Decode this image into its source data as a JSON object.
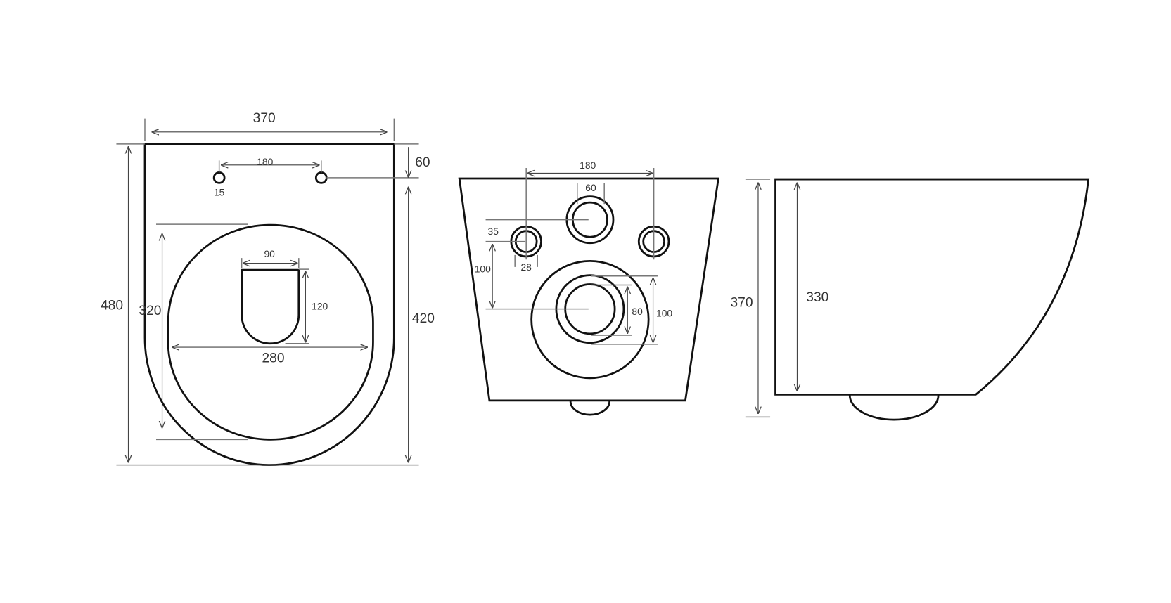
{
  "front_view": {
    "width": "370",
    "height": "480",
    "hole_spacing": "180",
    "hole_offset": "60",
    "hole_diameter": "15",
    "seat_length": "320",
    "bowl_depth": "420",
    "seat_width": "280",
    "outlet_width": "90",
    "outlet_length": "120"
  },
  "rear_view": {
    "bolt_spacing": "180",
    "inlet_diameter": "60",
    "bolt_height": "35",
    "bolt_diameter": "28",
    "outlet_offset": "100",
    "outlet_inner": "80",
    "outlet_outer": "100"
  },
  "side_view": {
    "height": "370",
    "inner_height": "330"
  },
  "colors": {
    "line": "#111111",
    "dimension": "#444444"
  }
}
